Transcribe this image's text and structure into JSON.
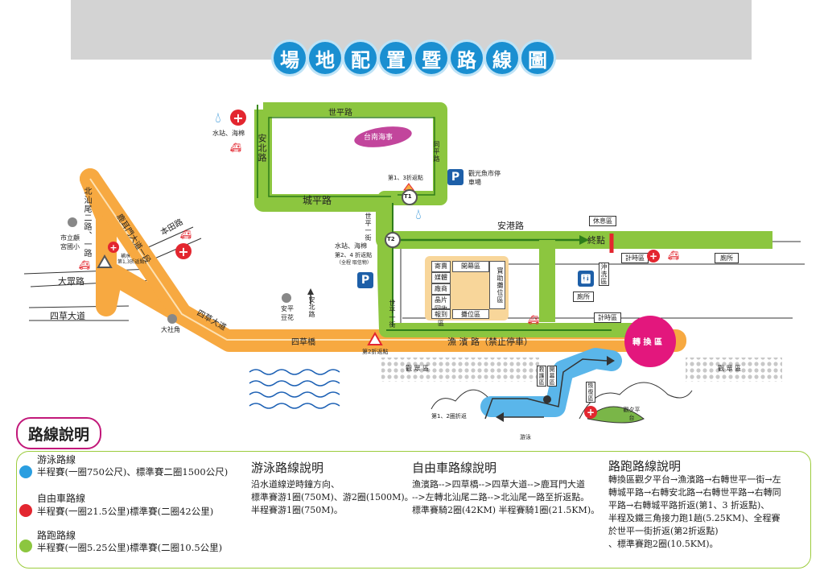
{
  "title": [
    "場",
    "地",
    "配",
    "置",
    "暨",
    "路",
    "線",
    "圖"
  ],
  "roads": {
    "shiping": "世平路",
    "anbei_v": "安北路",
    "chengping": "城平路",
    "tongping": "同平路",
    "anggang": "安港路",
    "beishan": "北汕尾二路、一路",
    "luermen": "鹿耳門大道一段",
    "bentian": "本田路",
    "dazhong": "大眾路",
    "sicao_av": "四草大道",
    "sicao_av2": "四草大道",
    "sicao_bridge": "四草橋",
    "yubin": "漁 濱 路（禁止停車）",
    "shiping1": "世平一街",
    "shiping1b": "世平一街",
    "anbei_road": "安北路"
  },
  "places": {
    "tainan_marine": "台南海事",
    "tourist_parking": "觀光魚市停車場",
    "rest_area": "休息區",
    "finish": "終點",
    "timing1": "計時區",
    "timing2": "計時區",
    "toilet": "廁所",
    "toilet2": "廁所",
    "shower": "沖洗區",
    "transition": "轉 換 區",
    "audience1": "觀 眾 區",
    "audience2": "觀 眾 區",
    "school": "市立顧宮國小",
    "anping_douhua": "安平豆花",
    "dashejiao": "大社角",
    "water_station": "水站、海棉",
    "water_station2": "水站、海棉",
    "turn13_bike": "第1、3折返點",
    "turn24": "第2、4 折返點",
    "turn24_note": "（全程 取信物）",
    "turn2": "第2折返點",
    "turn13_run": "第1,3折返點",
    "supply": "補水",
    "swim_turn": "第1、2圈折返",
    "swim": "游泳",
    "rescue": "救護區",
    "open_area": "開幕區",
    "recovery": "恢復區",
    "sunset_platform": "觀夕平台",
    "t1": "T1",
    "t2": "T2"
  },
  "zone": {
    "cells": [
      "寄賣",
      "媒體",
      "廠商",
      "晶片回收",
      "報到區",
      "開幕區",
      "寶助攤位區",
      "攤位區"
    ]
  },
  "legend": {
    "tab": "路線說明",
    "items": [
      {
        "name": "游泳路線",
        "desc": "半程賽(一圈750公尺)、標準賽二圈1500公尺)",
        "color": "#2a9ee0"
      },
      {
        "name": "自由車路線",
        "desc": "半程賽(一圈21.5公里)標準賽(二圈42公里)",
        "color": "#e3262f"
      },
      {
        "name": "路跑路線",
        "desc": "半程賽(一圈5.25公里)標準賽(二圈10.5公里)",
        "color": "#8cc63f"
      }
    ],
    "swim": {
      "head": "游泳路線說明",
      "lines": [
        "沿水道線逆時鐘方向、",
        "標準賽游1圈(750M)、游2圈(1500M)。",
        "半程賽游1圈(750M)。"
      ]
    },
    "bike": {
      "head": "自由車路線說明",
      "lines": [
        "漁濱路-->四草橋-->四草大道-->鹿耳門大道",
        "-->左轉北汕尾二路-->北汕尾一路至折返點。",
        "標準賽騎2圈(42KM) 半程賽騎1圈(21.5KM)。"
      ]
    },
    "run": {
      "head": "路跑路線說明",
      "lines": [
        "轉換區觀夕平台→漁濱路→右轉世平一街→左",
        "轉城平路→右轉安北路→右轉世平路→右轉同",
        "平路→右轉城平路折返(第1、3 折返點)、",
        "半程及鐵三角接力跑1趟(5.25KM)、全程賽",
        "於世平一街折返(第2折返點)",
        "、標準賽跑2圈(10.5KM)。"
      ]
    }
  },
  "colors": {
    "run": "#8cc63f",
    "bike": "#f7a941",
    "swim": "#2a9ee0",
    "accent": "#c2187a",
    "title": "#1a8fd1"
  }
}
